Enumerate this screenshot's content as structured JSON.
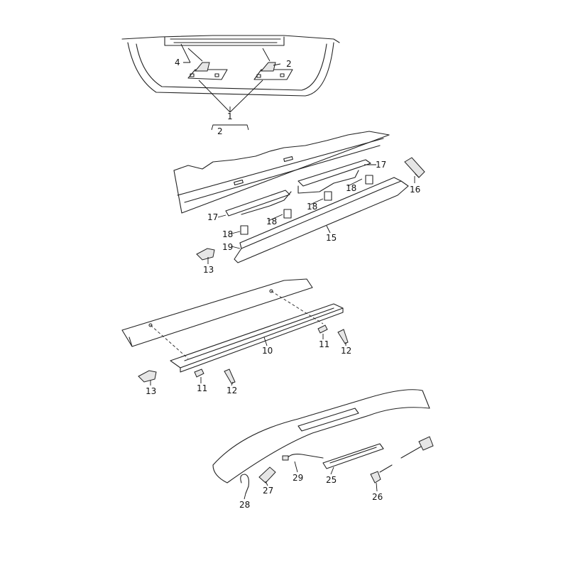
{
  "labels": [
    "4",
    "2",
    "1",
    "2",
    "17",
    "16",
    "18",
    "18",
    "17",
    "18",
    "18",
    "15",
    "19",
    "13",
    "11",
    "12",
    "10",
    "13",
    "11",
    "12",
    "29",
    "25",
    "27",
    "28",
    "26"
  ],
  "colors": {
    "line": "#222222",
    "background": "#ffffff"
  }
}
